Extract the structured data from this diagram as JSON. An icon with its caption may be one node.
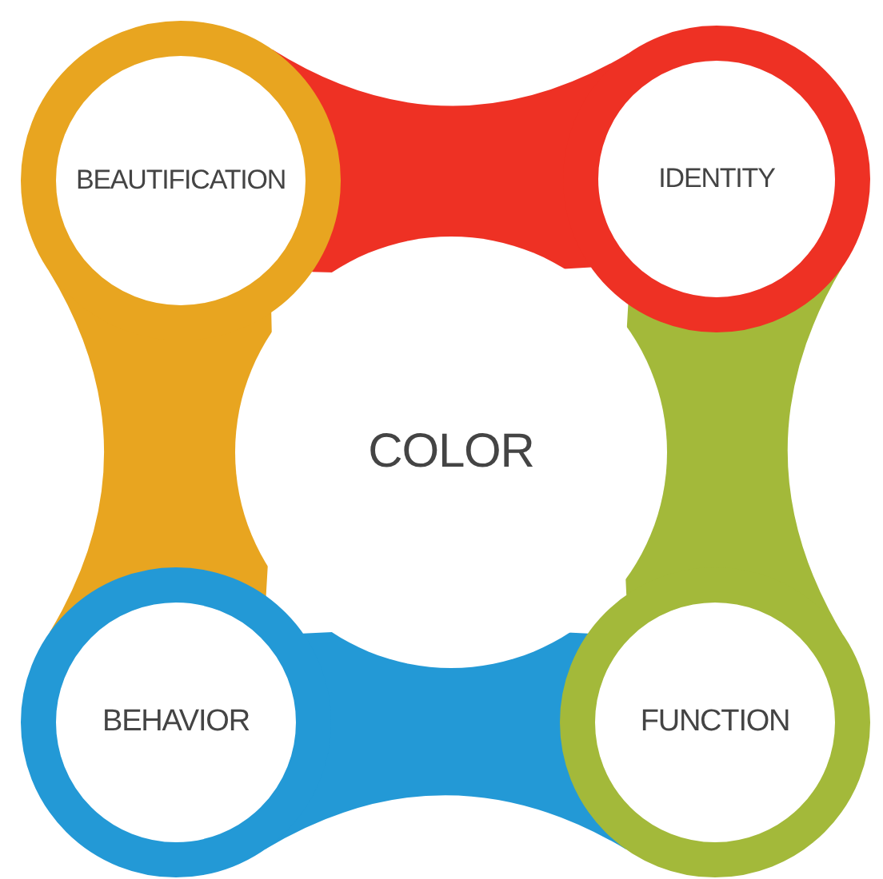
{
  "diagram": {
    "nodes": [
      {
        "text": [
          "BEAUTIFICATION"
        ]
      },
      {
        "text": [
          "IDENTITY"
        ]
      },
      {
        "text": [
          "COLOR"
        ]
      },
      {
        "text": [
          "BEHAVIOR"
        ]
      },
      {
        "text": [
          "FUNCTION"
        ]
      }
    ],
    "edges": [
      {
        "from": 0,
        "to": 1,
        "arrow": "none",
        "style": "thick",
        "color": "#ee3124"
      },
      {
        "from": 1,
        "to": 4,
        "arrow": "none",
        "style": "thick",
        "color": "#a3b93a"
      },
      {
        "from": 3,
        "to": 4,
        "arrow": "none",
        "style": "thick",
        "color": "#2399d6"
      },
      {
        "from": 0,
        "to": 3,
        "arrow": "none",
        "style": "thick",
        "color": "#e8a520"
      }
    ]
  }
}
